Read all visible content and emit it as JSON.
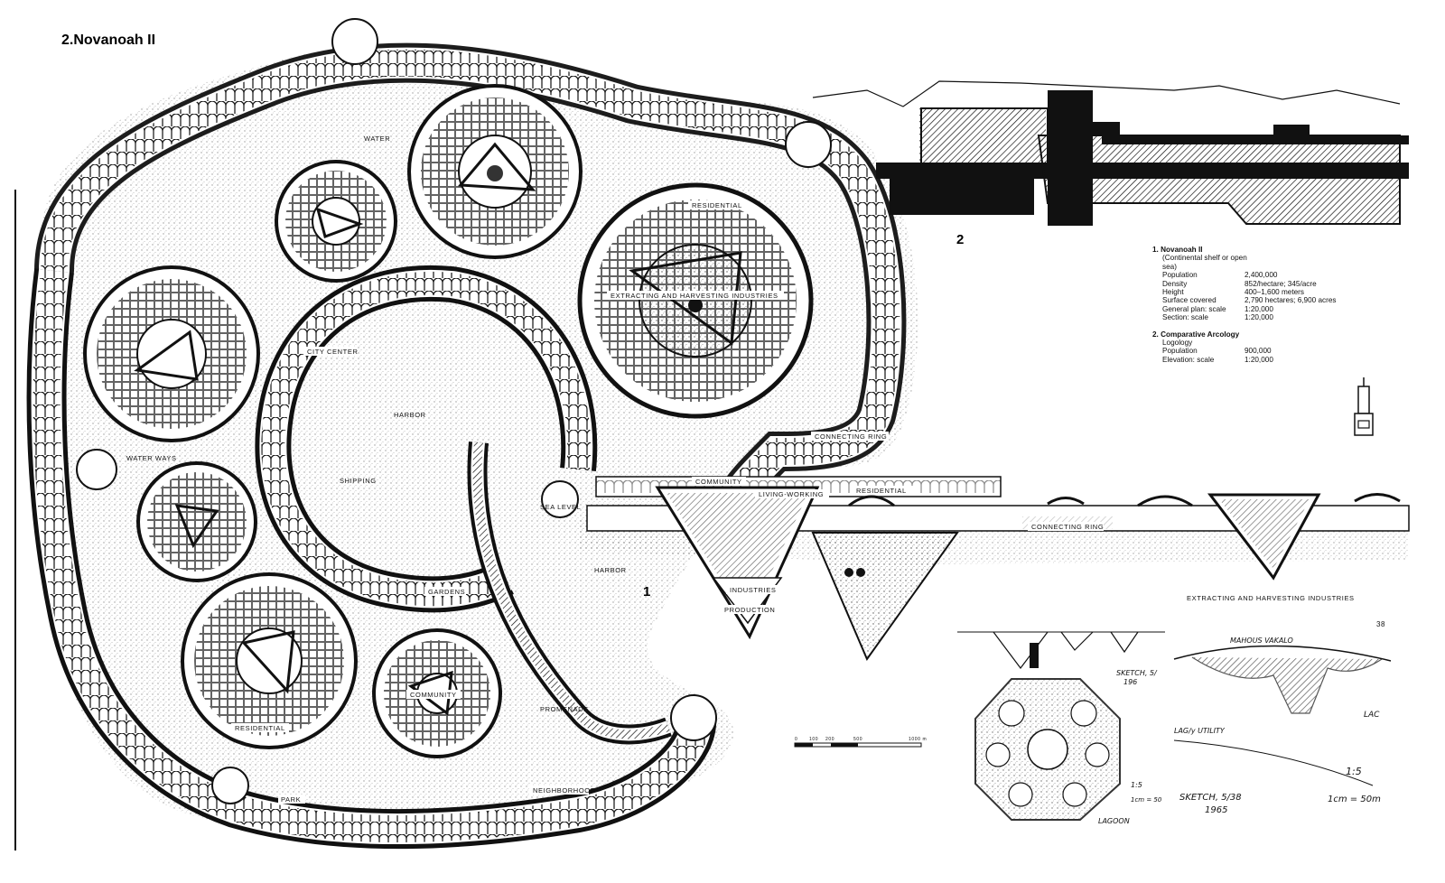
{
  "page": {
    "title": "2.Novanoah II",
    "page_number": "38"
  },
  "figure_numbers": {
    "plan": "1",
    "elevation": "2"
  },
  "plan_labels": {
    "water": "WATER",
    "residential_top": "RESIDENTIAL",
    "extracting": "EXTRACTING AND HARVESTING INDUSTRIES",
    "city_center": "CITY CENTER",
    "harbor_inner": "HARBOR",
    "water_ways": "WATER WAYS",
    "shipping": "SHIPPING",
    "connecting_ring": "CONNECTING RING",
    "sea_level": "SEA LEVEL",
    "harbor_outer": "HARBOR",
    "gardens": "GARDENS",
    "community": "COMMUNITY",
    "residential_bottom": "RESIDENTIAL",
    "promenade": "PROMENADE",
    "park": "PARK",
    "neighborhood": "NEIGHBORHOOD"
  },
  "section_labels": {
    "community": "COMMUNITY",
    "living_working": "LIVING-WORKING",
    "residential": "RESIDENTIAL",
    "connecting_ring": "CONNECTING RING",
    "industries": "INDUSTRIES",
    "production": "PRODUCTION",
    "extracting": "EXTRACTING AND HARVESTING INDUSTRIES"
  },
  "scale_bar": [
    "0",
    "100",
    "200",
    "500",
    "1000 m"
  ],
  "info": {
    "item1_heading": "1. Novanoah II",
    "item1_sub": "(Continental shelf or open sea)",
    "item1_rows": [
      {
        "k": "Population",
        "v": "2,400,000"
      },
      {
        "k": "Density",
        "v": "852/hectare; 345/acre"
      },
      {
        "k": "Height",
        "v": "400–1,600 meters"
      },
      {
        "k": "Surface covered",
        "v": "2,790 hectares; 6,900 acres"
      },
      {
        "k": "General plan: scale",
        "v": "1:20,000"
      },
      {
        "k": "Section: scale",
        "v": "1:20,000"
      }
    ],
    "item2_heading": "2. Comparative Arcology",
    "item2_sub": "Logology",
    "item2_rows": [
      {
        "k": "Population",
        "v": "900,000"
      },
      {
        "k": "Elevation: scale",
        "v": "1:20,000"
      }
    ]
  },
  "sketch_notes": {
    "note_a": "SKETCH, 5/",
    "note_a2": "196",
    "note_b": "1:5",
    "note_b2": "1cm = 50",
    "lagoon": "LAGOON",
    "makes_vakalo": "MAHOUS VAKALO",
    "lagy": "LAG/y UTILITY",
    "note_c": "1:5",
    "note_c2": "1cm = 50m",
    "sketch_date": "SKETCH, 5/38",
    "sketch_year": "1965",
    "lac": "LAC"
  },
  "colors": {
    "ink": "#111111",
    "paper": "#ffffff",
    "stipple": "#555555"
  }
}
